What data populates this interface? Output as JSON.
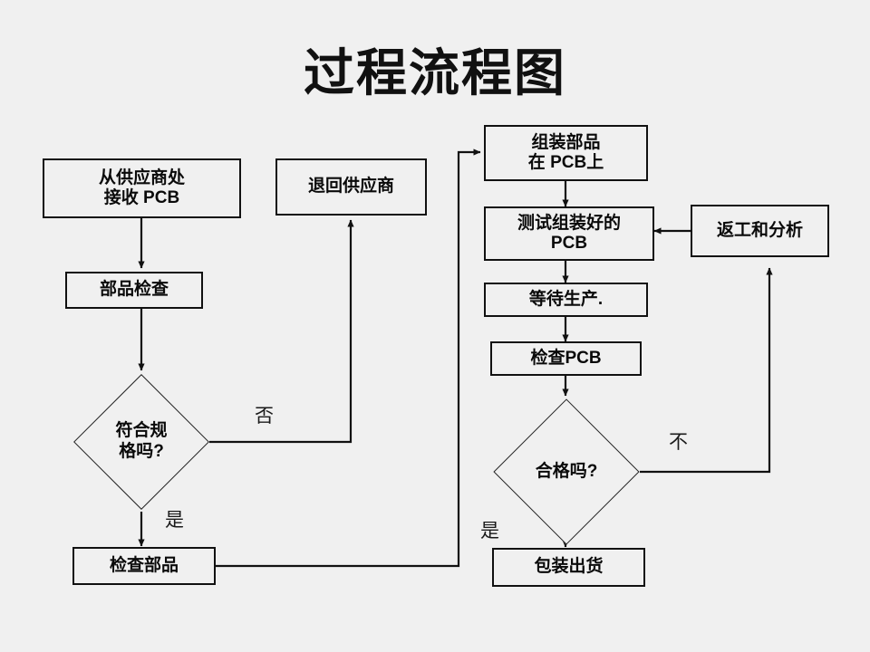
{
  "title": "过程流程图",
  "theme": {
    "background": "#f0f0f0",
    "node_fill": "#f0f0f0",
    "node_border": "#111111",
    "text": "#0a0a0a",
    "connector": "#111111"
  },
  "nodes": {
    "receive_pcb": {
      "line1": "从供应商处",
      "line2": "接收 PCB"
    },
    "part_inspection": {
      "label": "部品检查"
    },
    "spec_decision": {
      "line1": "符合规",
      "line2": "格吗?"
    },
    "return_supplier": {
      "label": "退回供应商"
    },
    "inspect_parts": {
      "label": "检查部品"
    },
    "assemble_pcb": {
      "line1": "组装部品",
      "line2": "在 PCB上"
    },
    "test_assembled": {
      "line1": "测试组装好的",
      "line2": "PCB"
    },
    "wait_production": {
      "label": "等待生产."
    },
    "inspect_pcb": {
      "label": "检查PCB"
    },
    "pass_decision": {
      "label": "合格吗?"
    },
    "rework_analyze": {
      "label": "返工和分析"
    },
    "package_ship": {
      "label": "包装出货"
    }
  },
  "edge_labels": {
    "spec_no": "否",
    "spec_yes": "是",
    "pass_no": "不",
    "pass_yes": "是"
  },
  "flow": {
    "type": "flowchart",
    "edges": [
      {
        "from": "receive_pcb",
        "to": "part_inspection",
        "label": ""
      },
      {
        "from": "part_inspection",
        "to": "spec_decision",
        "label": ""
      },
      {
        "from": "spec_decision",
        "to": "return_supplier",
        "label": "否"
      },
      {
        "from": "spec_decision",
        "to": "inspect_parts",
        "label": "是"
      },
      {
        "from": "inspect_parts",
        "to": "assemble_pcb",
        "label": ""
      },
      {
        "from": "assemble_pcb",
        "to": "test_assembled",
        "label": ""
      },
      {
        "from": "test_assembled",
        "to": "wait_production",
        "label": ""
      },
      {
        "from": "wait_production",
        "to": "inspect_pcb",
        "label": ""
      },
      {
        "from": "inspect_pcb",
        "to": "pass_decision",
        "label": ""
      },
      {
        "from": "pass_decision",
        "to": "rework_analyze",
        "label": "不"
      },
      {
        "from": "rework_analyze",
        "to": "test_assembled",
        "label": ""
      },
      {
        "from": "pass_decision",
        "to": "package_ship",
        "label": "是"
      }
    ]
  }
}
